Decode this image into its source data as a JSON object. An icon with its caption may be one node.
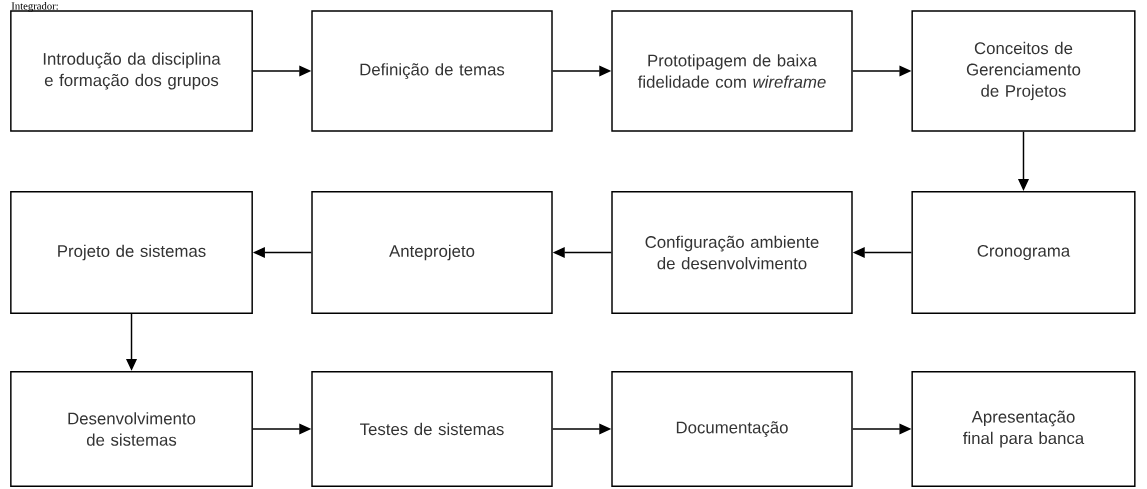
{
  "diagram": {
    "nodes": [
      {
        "text": [
          "Introdução da disciplina e formação dos grupos"
        ]
      },
      {
        "text": [
          "Definição de temas"
        ]
      },
      {
        "text": [
          "Prototipagem de baixa fidelidade com *wireframe*"
        ]
      },
      {
        "text": [
          "Conceitos de Gerenciamento de Projetos"
        ]
      },
      {
        "text": [
          "Cronograma"
        ]
      },
      {
        "text": [
          "Configuração ambiente de desenvolvimento"
        ]
      },
      {
        "text": [
          "Anteprojeto"
        ]
      },
      {
        "text": [
          "Projeto de sistemas"
        ]
      },
      {
        "text": [
          "Desenvolvimento de sistemas"
        ]
      },
      {
        "text": [
          "Testes de sistemas"
        ]
      },
      {
        "text": [
          "Documentação"
        ]
      },
      {
        "text": [
          "Apresentação final para banca"
        ]
      }
    ],
    "edges": [
      {
        "from": 0,
        "to": 1,
        "arrow": "to"
      },
      {
        "from": 1,
        "to": 2,
        "arrow": "to"
      },
      {
        "from": 2,
        "to": 3,
        "arrow": "to"
      },
      {
        "from": 3,
        "to": 4,
        "arrow": "to"
      },
      {
        "from": 4,
        "to": 5,
        "arrow": "to"
      },
      {
        "from": 5,
        "to": 6,
        "arrow": "to"
      },
      {
        "from": 6,
        "to": 7,
        "arrow": "to"
      },
      {
        "from": 7,
        "to": 8,
        "arrow": "to"
      },
      {
        "from": 8,
        "to": 9,
        "arrow": "to"
      },
      {
        "from": 9,
        "to": 10,
        "arrow": "to"
      },
      {
        "from": 10,
        "to": 11,
        "arrow": "to"
      }
    ],
    "labels": [
      "Integrador:"
    ]
  }
}
